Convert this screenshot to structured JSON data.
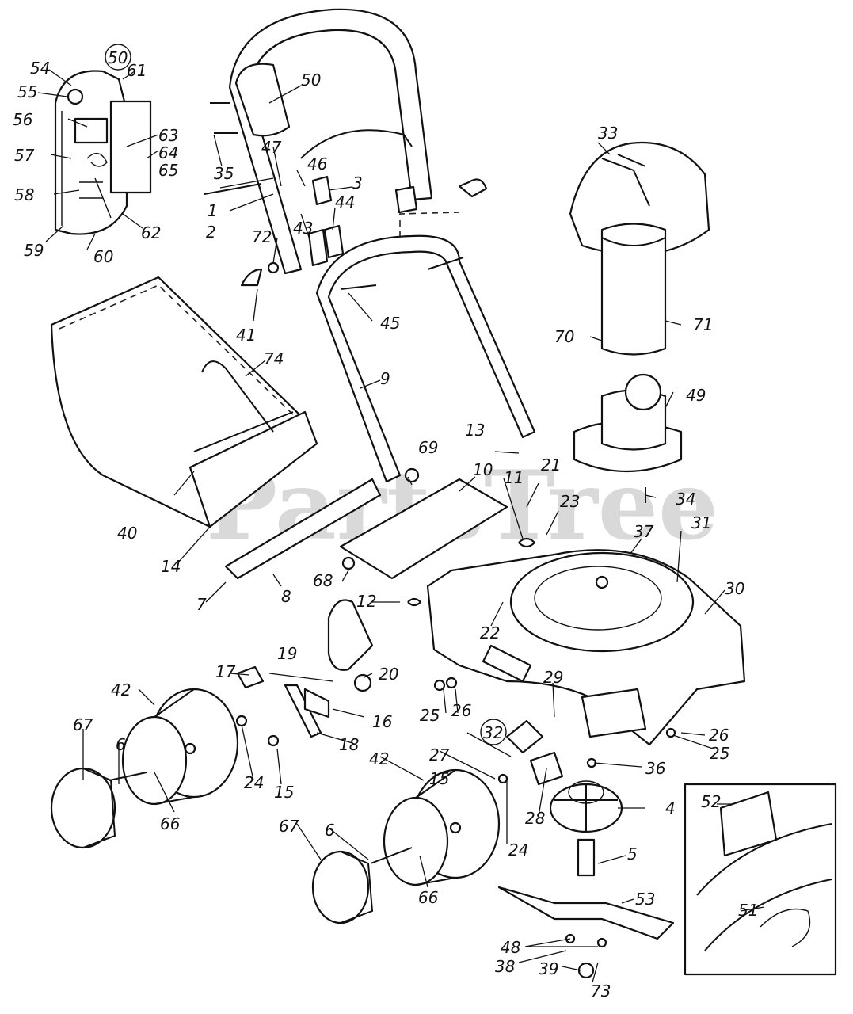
{
  "watermark": "PartsTree",
  "callouts": [
    "54",
    "55",
    "56",
    "57",
    "58",
    "59",
    "60",
    "61",
    "62",
    "63",
    "64",
    "65",
    "50",
    "50",
    "35",
    "1",
    "2",
    "47",
    "46",
    "3",
    "44",
    "43",
    "72",
    "41",
    "45",
    "9",
    "74",
    "40",
    "14",
    "7",
    "8",
    "68",
    "12",
    "69",
    "10",
    "11",
    "21",
    "23",
    "13",
    "22",
    "33",
    "71",
    "70",
    "49",
    "34",
    "37",
    "31",
    "30",
    "19",
    "20",
    "17",
    "16",
    "18",
    "15",
    "42",
    "67",
    "6",
    "66",
    "24",
    "25",
    "26",
    "27",
    "32",
    "15",
    "29",
    "28",
    "36",
    "25",
    "26",
    "42",
    "24",
    "67",
    "6",
    "66",
    "4",
    "5",
    "53",
    "48",
    "38",
    "39",
    "73",
    "52",
    "51"
  ]
}
